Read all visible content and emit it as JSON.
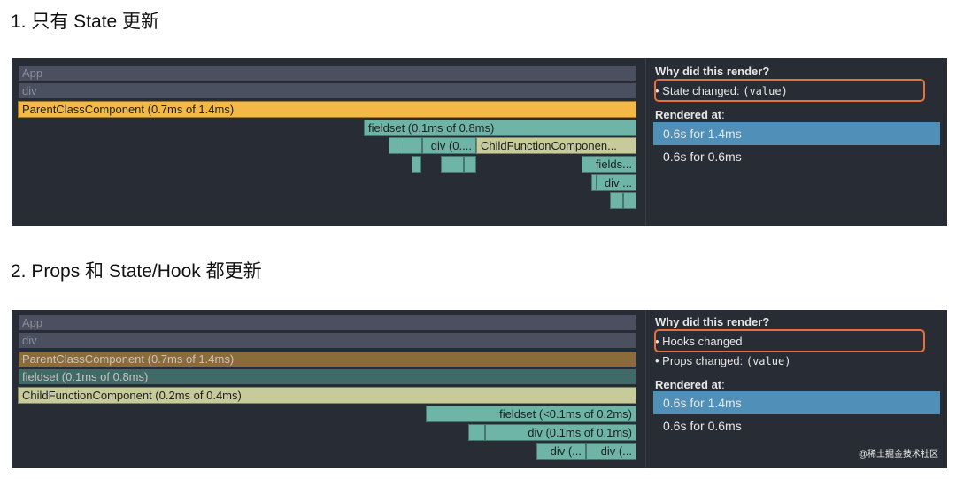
{
  "section1": {
    "heading": "1.  只有 State 更新",
    "bars": [
      {
        "label": "App"
      },
      {
        "label": "div"
      },
      {
        "label": "ParentClassComponent (0.7ms of 1.4ms)"
      },
      {
        "label": "fieldset (0.1ms of 0.8ms)"
      },
      {
        "label": "div (0...."
      },
      {
        "label": "ChildFunctionComponen..."
      },
      {
        "label": "fields..."
      },
      {
        "label": "div ..."
      }
    ],
    "why_title": "Why did this render?",
    "reason_prefix": "• State changed: ",
    "reason_code": "(value)",
    "rendered_at_label": "Rendered at",
    "rendered_at_colon": ":",
    "commits": [
      "0.6s for 1.4ms",
      "0.6s for 0.6ms"
    ]
  },
  "section2": {
    "heading": "2.  Props 和 State/Hook 都更新",
    "bars": [
      {
        "label": "App"
      },
      {
        "label": "div"
      },
      {
        "label": "ParentClassComponent (0.7ms of 1.4ms)"
      },
      {
        "label": "fieldset (0.1ms of 0.8ms)"
      },
      {
        "label": "ChildFunctionComponent (0.2ms of 0.4ms)"
      },
      {
        "label": "fieldset (<0.1ms of 0.2ms)"
      },
      {
        "label": "div (0.1ms of 0.1ms)"
      },
      {
        "label": "div (..."
      },
      {
        "label": "div (..."
      }
    ],
    "why_title": "Why did this render?",
    "reason1": "• Hooks changed",
    "reason2_prefix": "• Props changed: ",
    "reason2_code": "(value)",
    "rendered_at_label": "Rendered at",
    "rendered_at_colon": ":",
    "commits": [
      "0.6s for 1.4ms",
      "0.6s for 0.6ms"
    ]
  },
  "watermark": "@稀土掘金技术社区",
  "colors": {
    "highlight_box": "#e8713a",
    "selected_commit": "#4f8fb8",
    "panel_bg": "#282c34"
  }
}
